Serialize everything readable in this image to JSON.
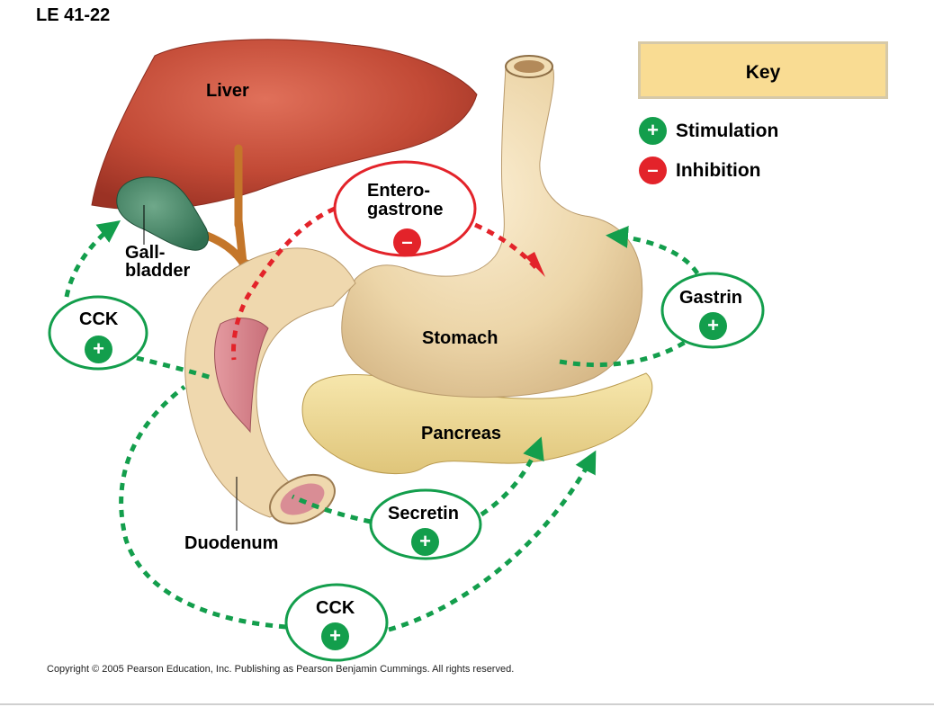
{
  "figure_id": "LE 41-22",
  "copyright": "Copyright ©  2005 Pearson Education, Inc. Publishing as Pearson Benjamin Cummings. All rights reserved.",
  "key": {
    "title": "Key",
    "stimulation": {
      "symbol": "+",
      "label": "Stimulation",
      "color": "#139e4c"
    },
    "inhibition": {
      "symbol": "–",
      "label": "Inhibition",
      "color": "#e3232a"
    }
  },
  "organs": {
    "liver": "Liver",
    "gallbladder_line1": "Gall-",
    "gallbladder_line2": "bladder",
    "stomach": "Stomach",
    "pancreas": "Pancreas",
    "duodenum": "Duodenum"
  },
  "hormones": {
    "enterogastrone_line1": "Entero-",
    "enterogastrone_line2": "gastrone",
    "enterogastrone_sign": "–",
    "gastrin": "Gastrin",
    "gastrin_sign": "+",
    "cck_upper": "CCK",
    "cck_upper_sign": "+",
    "secretin": "Secretin",
    "secretin_sign": "+",
    "cck_lower": "CCK",
    "cck_lower_sign": "+"
  }
}
